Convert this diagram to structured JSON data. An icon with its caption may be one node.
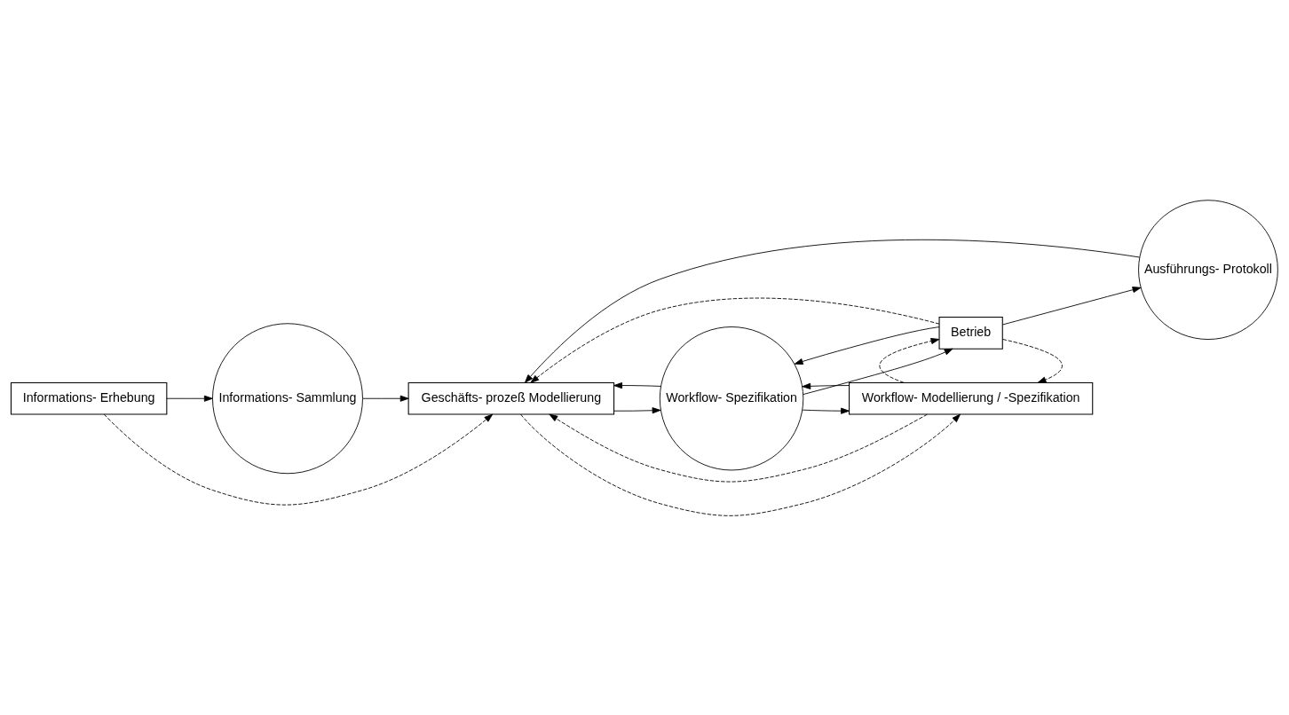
{
  "diagram": {
    "nodes": [
      {
        "text": [
          "Informations- Erhebung"
        ]
      },
      {
        "text": [
          "Informations- Sammlung"
        ]
      },
      {
        "text": [
          "Ausführungs- Protokoll"
        ]
      },
      {
        "text": [
          "Betrieb"
        ]
      },
      {
        "text": [
          "Geschäfts- prozeß Modellierung"
        ]
      },
      {
        "text": [
          "Workflow- Spezifikation"
        ]
      },
      {
        "text": [
          "Workflow- Modellierung / -Spezifikation"
        ]
      }
    ],
    "edges": [
      {
        "from": 0,
        "to": 1,
        "arrow": "to"
      },
      {
        "from": 1,
        "to": 4,
        "arrow": "to"
      },
      {
        "from": 3,
        "to": 2,
        "arrow": "to"
      },
      {
        "from": 2,
        "to": 4,
        "arrow": "to"
      },
      {
        "from": 3,
        "to": 4,
        "arrow": "to",
        "style": "dashed"
      },
      {
        "from": 0,
        "to": 4,
        "arrow": "to",
        "style": "dashed"
      },
      {
        "from": 4,
        "to": 5,
        "arrow": "to"
      },
      {
        "from": 5,
        "to": 4,
        "arrow": "to"
      },
      {
        "from": 3,
        "to": 5,
        "arrow": "to"
      },
      {
        "from": 5,
        "to": 3,
        "arrow": "to"
      },
      {
        "from": 5,
        "to": 6,
        "arrow": "to"
      },
      {
        "from": 6,
        "to": 5,
        "arrow": "to"
      },
      {
        "from": 4,
        "to": 6,
        "arrow": "to",
        "style": "dashed"
      },
      {
        "from": 6,
        "to": 4,
        "arrow": "to",
        "style": "dashed"
      },
      {
        "from": 3,
        "to": 6,
        "arrow": "to",
        "style": "dashed"
      },
      {
        "from": 6,
        "to": 3,
        "arrow": "to",
        "style": "dashed"
      }
    ]
  }
}
